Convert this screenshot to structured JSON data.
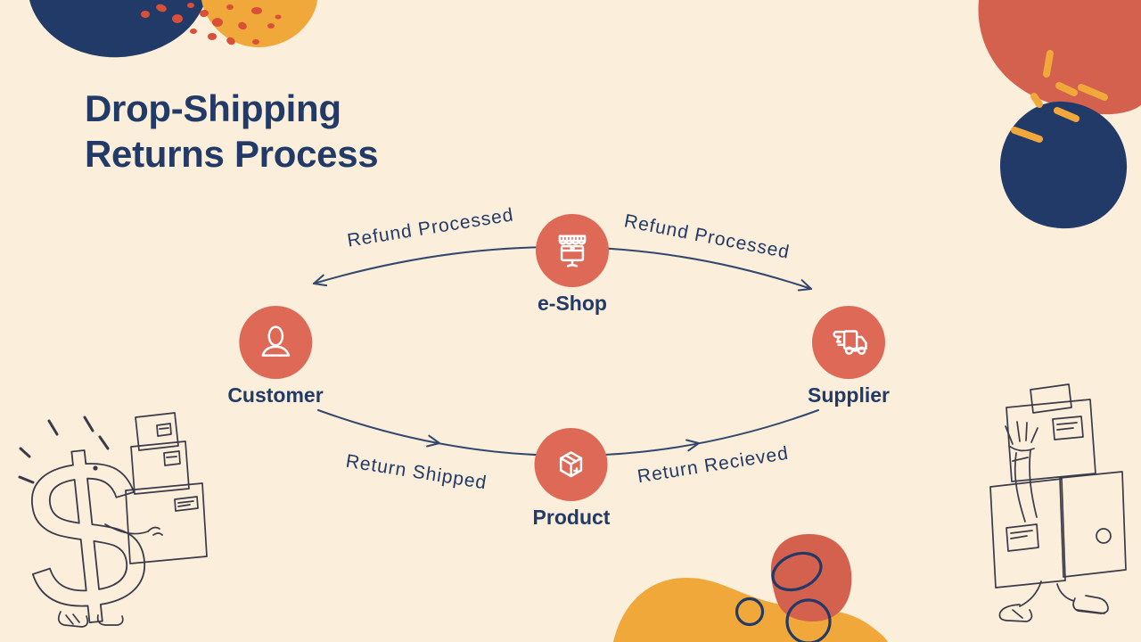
{
  "slide": {
    "title_line1": "Drop-Shipping",
    "title_line2": "Returns Process"
  },
  "nodes": [
    {
      "label": "e-Shop",
      "icon": "storefront-icon"
    },
    {
      "label": "Customer",
      "icon": "person-icon"
    },
    {
      "label": "Supplier",
      "icon": "delivery-truck-icon"
    },
    {
      "label": "Product",
      "icon": "package-box-icon"
    }
  ],
  "edges": [
    {
      "from": "e-Shop",
      "to": "Customer",
      "label": "Refund Processed"
    },
    {
      "from": "e-Shop",
      "to": "Supplier",
      "label": "Refund Processed"
    },
    {
      "from": "Customer",
      "to": "Product",
      "label": "Return Shipped"
    },
    {
      "from": "Product",
      "to": "Supplier",
      "label": "Return Recieved"
    }
  ],
  "colors": {
    "background": "#fbeeda",
    "navy": "#223a67",
    "node_red": "#dd6956",
    "blob_red": "#d4614e",
    "dot_red": "#d94f38",
    "yellow": "#f1a83b",
    "ink": "#3a3a4a",
    "line": "#32476e"
  }
}
